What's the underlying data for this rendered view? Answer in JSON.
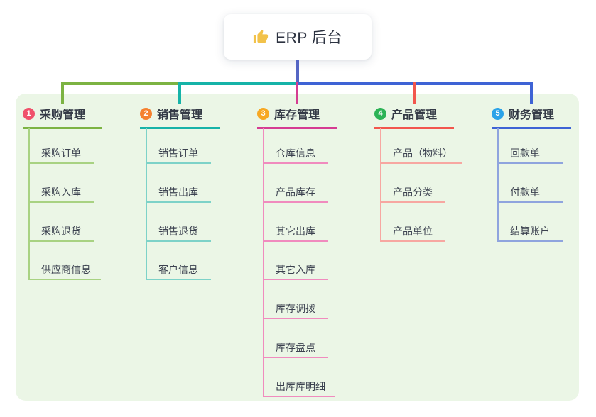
{
  "root": {
    "title": "ERP 后台",
    "icon": "thumbs-up-icon",
    "line_color": "#5566C4",
    "icon_color": "#F2C24A"
  },
  "panel_color": "#EBF6E6",
  "branches": [
    {
      "badge": "1",
      "label": "采购管理",
      "badge_color": "#F0516B",
      "color": "#7CB342",
      "light_color": "#A8D282",
      "children": [
        "采购订单",
        "采购入库",
        "采购退货",
        "供应商信息"
      ]
    },
    {
      "badge": "2",
      "label": "销售管理",
      "badge_color": "#F5812F",
      "color": "#16B3A8",
      "light_color": "#7DD2C8",
      "children": [
        "销售订单",
        "销售出库",
        "销售退货",
        "客户信息"
      ]
    },
    {
      "badge": "3",
      "label": "库存管理",
      "badge_color": "#F7A823",
      "color": "#D53C92",
      "light_color": "#F08BBE",
      "children": [
        "仓库信息",
        "产品库存",
        "其它出库",
        "其它入库",
        "库存调拨",
        "库存盘点",
        "出库库明细"
      ]
    },
    {
      "badge": "4",
      "label": "产品管理",
      "badge_color": "#2CB356",
      "color": "#F2564D",
      "light_color": "#F7A7A1",
      "children": [
        "产品（物料）",
        "产品分类",
        "产品单位"
      ]
    },
    {
      "badge": "5",
      "label": "财务管理",
      "badge_color": "#2BA3E8",
      "color": "#3E63D5",
      "light_color": "#8FA4DE",
      "children": [
        "回款单",
        "付款单",
        "结算账户"
      ]
    }
  ]
}
